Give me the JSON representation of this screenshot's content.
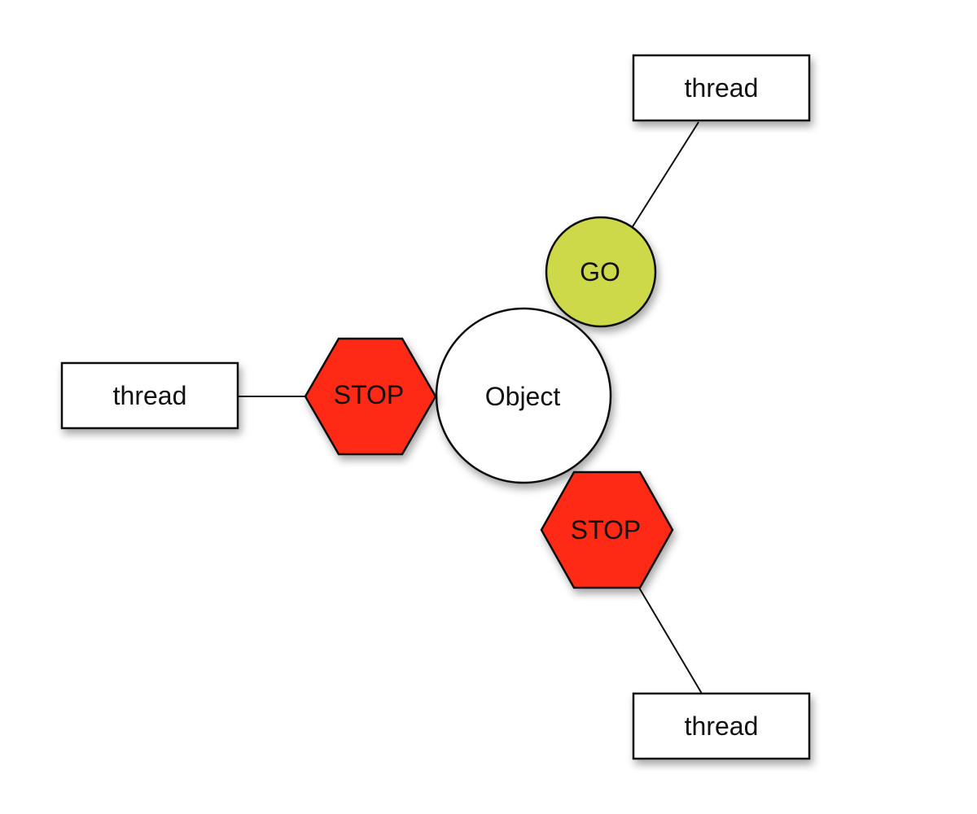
{
  "colors": {
    "stop_fill": "#ff2a12",
    "go_fill": "#cdd94a",
    "object_fill": "#ffffff",
    "thread_fill": "#ffffff",
    "stroke": "#111111"
  },
  "diagram": {
    "object": {
      "label": "Object"
    },
    "go": {
      "label": "GO"
    },
    "stop_left": {
      "label": "STOP"
    },
    "stop_bottom": {
      "label": "STOP"
    },
    "thread_top": {
      "label": "thread"
    },
    "thread_left": {
      "label": "thread"
    },
    "thread_bottom": {
      "label": "thread"
    }
  }
}
